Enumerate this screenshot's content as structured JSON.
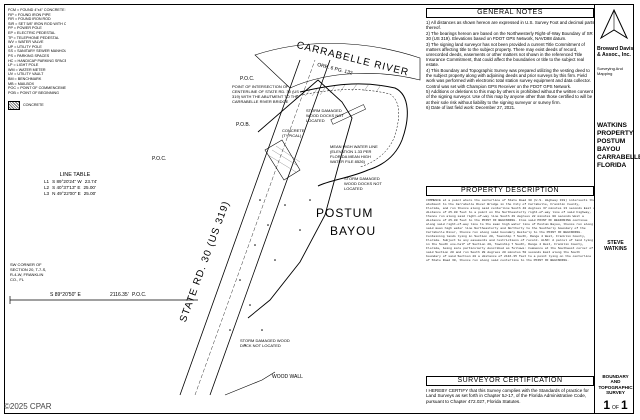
{
  "legend": {
    "rows": [
      "FCM = FOUND 4\"x4\" CONCRETE MONUMENT",
      "FIP = FOUND IRON PIPE",
      "FIR = FOUND IRON ROD",
      "SIR = SET 5/8\" IRON ROD WITH CAP",
      "PP = POWER POLE",
      "EP = ELECTRIC PEDESTAL",
      "TP = TELEPHONE PEDESTAL",
      "WV = WATER VALVE",
      "UP = UTILITY POLE",
      "SS = SANITARY SEWER MANHOLE",
      "PS = PARKING SPACES",
      "HC = HANDICAP PARKING SPACE",
      "LP = LIGHT POLE",
      "WM = WATER METER",
      "UV = UTILITY VAULT",
      "BM = BENCHMARK",
      "MB = MAILBOX",
      "POC = POINT OF COMMENCEMENT",
      "POB = POINT OF BEGINNING"
    ],
    "concrete_label": "CONCRETE"
  },
  "map": {
    "river_label": "CARRABELLE RIVER",
    "bayou_label_1": "POSTUM",
    "bayou_label_2": "BAYOU",
    "road_label": "STATE RD. 30 (US 319)",
    "poc_labels": [
      "P.O.C.",
      "P.O.C.",
      "P.O.C."
    ],
    "pob_label": "P.O.B.",
    "deed_label": "ORB. 6 PG. 132",
    "bridge_note": "POINT OF INTERSECTION OF CENTERLINE OF STATE RD. 30 (US 319) WITH THE ABUTMENT TO THE CARRABELLE RIVER BRIDGE",
    "dock_note": "STORM DAMAGED WOOD DOCKS NOT LOCATED",
    "mhw_note": "MEAN HIGH WATER LINE (ELEVATION 1.33 PER FLORIDA MEAN HIGH WATER FILE 8526)",
    "dock_note_2": "STORM DAMAGED WOOD DOCKS NOT LOCATED",
    "dock_note_3": "STORM DAMAGED WOOD DOCK NOT LOCATED",
    "concrete_typical": "CONCRETE (TYPICAL)",
    "wood_wall": "WOOD WALL",
    "corner_note": "SW CORNER OF SECTION 20, T-7-S, R-4-W, FRANKLIN CO., FL",
    "bottom_bearing": "S 89°20'50\" E",
    "bottom_distance": "2116.35'"
  },
  "line_table": {
    "title": "LINE TABLE",
    "rows": [
      {
        "line": "L1",
        "bearing": "S 89°20'24\" W",
        "distance": "23.74'"
      },
      {
        "line": "L2",
        "bearing": "S 40°37'13\" E",
        "distance": "25.00'"
      },
      {
        "line": "L3",
        "bearing": "N 49°22'00\" E",
        "distance": "25.00'"
      }
    ]
  },
  "general_notes": {
    "title": "GENERAL NOTES",
    "items": [
      "1) All distances as shown hereon are expressed in U.S. Survey Foot and decimal parts thereof.",
      "2) The bearings hereon are based on the Northwesterly Right-of-Way Boundary of SR 30 (US 319). Elevations based on FDOT GPS Network, NAVD88 datum.",
      "3) The signing land surveyor has not been provided a current Title Commitment of matters affecting title to the subject property. There may exist deeds of record, unrecorded deeds, easements or other matters not shown in the referenced Title Insurance Commitment, that could affect the boundaries or title to the subject real estate.",
      "4) This Boundary and Topographic Survey was prepared utilizing the vesting deed to the subject property along with adjoining deeds and prior surveys by this firm. Field work was performed with electronic total station survey equipment and data collector. Control was set with Champion GPS Receiver on the FDOT GPS Network.",
      "5) Additions or deletions to this map by others is prohibited without the written consent of the signing surveyor. Use of this map by anyone other than those certified to will be at their sole risk without liability to the signing surveyor or survey firm.",
      "6) Date of last field work: December 27, 2021."
    ]
  },
  "property_description": {
    "title": "PROPERTY DESCRIPTION",
    "text": "COMMENCE at a point where the centerline of State Road 30 (U.S. Highway 319) intersects the abutment to the Carrabelle River Bridge in the City of Carrabelle, Franklin County, Florida, and run thence along said centerline South 40 degrees 37 minutes 13 seconds East a distance of 25.00 feet to a point on the Northeasterly right-of-way line of said highway, thence run along said right-of-way line South 49 degrees 22 minutes 00 seconds West a distance of 25.00 feet to the POINT OF BEGINNING. From said POINT OF BEGINNING continue along said right-of-way line to the mean high water line of Postum Bayou, thence run along said mean high water line Northeasterly and Northerly to the Southerly boundary of the Carrabelle River, thence run along said boundary Westerly to the POINT OF BEGINNING. Containing lands lying in Section 20, Township 7 South, Range 4 West, Franklin County, Florida. Subject to any easements and restrictions of record. ALSO: A parcel of land lying in the South one-half of Section 20, Township 7 South, Range 4 West, Franklin County, Florida, being more particularly described as follows: Commence at the Southwest corner of said Section 20 and run South 89 degrees 20 minutes 50 seconds East along the South boundary of said Section 20 a distance of 2116.35 feet to a point lying on the centerline of State Road 30, thence run along said centerline to the POINT OF BEGINNING."
  },
  "surveyor_certification": {
    "title": "SURVEYOR CERTIFICATION",
    "text": "I HEREBY CERTIFY that this Survey complies with the Standards of practice for Land Surveys as set forth in Chapter 5J-17, of the Florida Administrative Code, pursuant to Chapter 472.027, Florida Statutes."
  },
  "title_block": {
    "firm": "Broward Davis & Assoc., Inc.",
    "firm_sub": "Surveying And Mapping",
    "project_1": "WATKINS",
    "project_2": "PROPERTY",
    "project_3": "POSTUM BAYOU",
    "project_4": "CARRABELLE,",
    "project_5": "FLORIDA",
    "client_1": "STEVE",
    "client_2": "WATKINS",
    "sheet_title_1": "BOUNDARY",
    "sheet_title_2": "AND TOPOGRAPHIC",
    "sheet_title_3": "SURVEY",
    "sheet_num": "1",
    "sheet_of": "OF",
    "sheet_total": "1"
  },
  "watermark": "©2025 CPAR",
  "colors": {
    "ink": "#000000",
    "paper": "#ffffff",
    "hatch": "#555555"
  }
}
